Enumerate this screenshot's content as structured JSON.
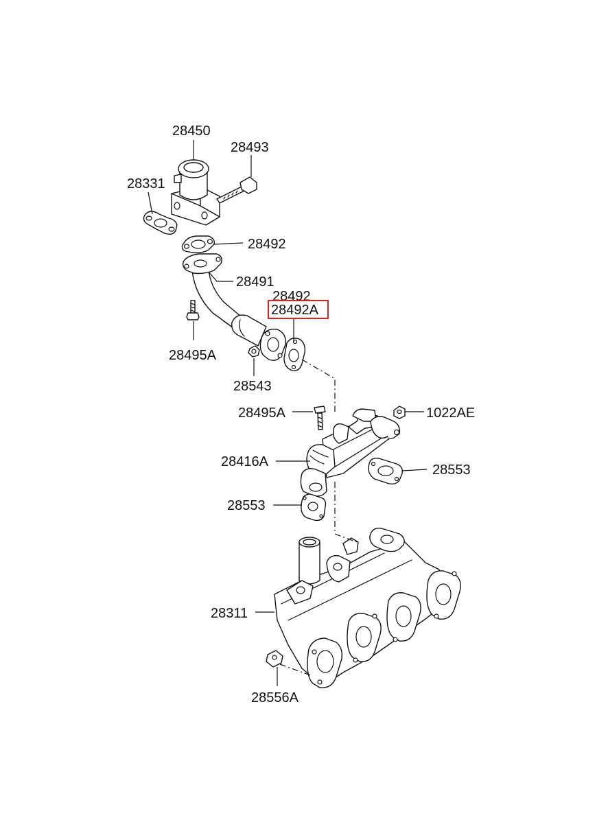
{
  "diagram": {
    "highlight_color": "#e02020",
    "line_color": "#111111",
    "labels": {
      "p28450": "28450",
      "p28493": "28493",
      "p28331": "28331",
      "p28492_a": "28492",
      "p28491": "28491",
      "p28492_b": "28492",
      "p28492A": "28492A",
      "p28495A_a": "28495A",
      "p28543": "28543",
      "p28495A_b": "28495A",
      "p1022AE": "1022AE",
      "p28416A": "28416A",
      "p28553_a": "28553",
      "p28553_b": "28553",
      "p28311": "28311",
      "p28556A": "28556A"
    },
    "highlighted_part": "28492A"
  }
}
